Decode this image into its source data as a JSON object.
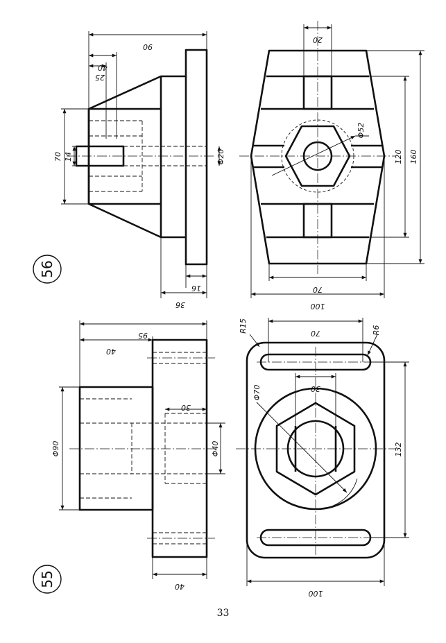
{
  "page": {
    "number": "33"
  },
  "figures": [
    {
      "label": "56",
      "dimensions": {
        "overall_height": "90",
        "rib_offset_40": "40",
        "rib_offset_25": "25",
        "base_width": "70",
        "slot_width": "14",
        "bore_diameter": "Φ20",
        "flange_thickness": "16",
        "boss_depth": "36",
        "plan_slot_width": "20",
        "hex_across_corners": "Φ52",
        "inner_length": "120",
        "overall_length": "160",
        "top_width": "70",
        "overall_width": "100"
      }
    },
    {
      "label": "55",
      "dimensions": {
        "overall_height": "95",
        "cylinder_height": "40",
        "cylinder_diameter": "Φ90",
        "counterbore_depth": "30",
        "bore_diameter": "Φ40",
        "base_thickness": "40",
        "corner_radius": "R15",
        "slot_radius": "R6",
        "slot_spacing": "70",
        "hex_width": "30",
        "outer_diameter": "Φ70",
        "overall_length": "132",
        "overall_width": "100"
      }
    }
  ]
}
